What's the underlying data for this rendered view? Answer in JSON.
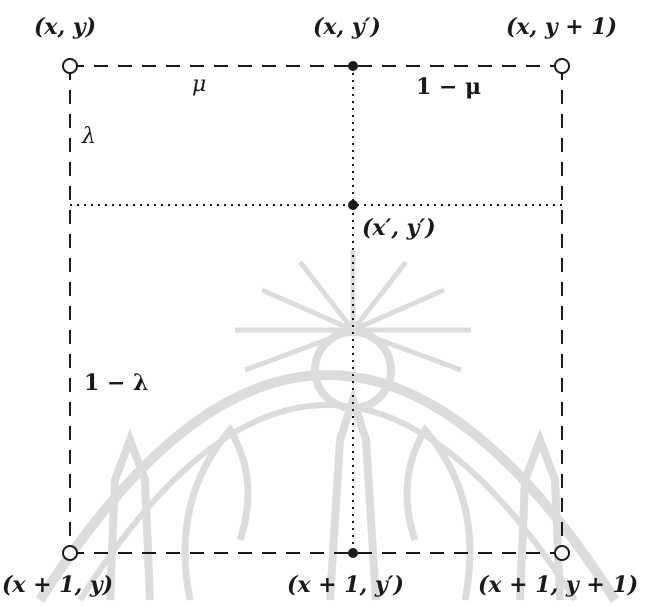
{
  "diagram": {
    "corners": {
      "top_left": "(x, y)",
      "top_mid": "(x, y′)",
      "top_right": "(x, y + 1)",
      "center": "(x′, y′)",
      "bottom_left": "(x + 1, y)",
      "bottom_mid": "(x + 1, y′)",
      "bottom_right": "(x + 1, y + 1)"
    },
    "weights": {
      "mu": "μ",
      "one_minus_mu": "1 − μ",
      "lambda": "λ",
      "one_minus_lambda": "1 − λ"
    }
  },
  "colors": {
    "line": "#1a1a1a",
    "watermark": "#d9d9d9"
  }
}
